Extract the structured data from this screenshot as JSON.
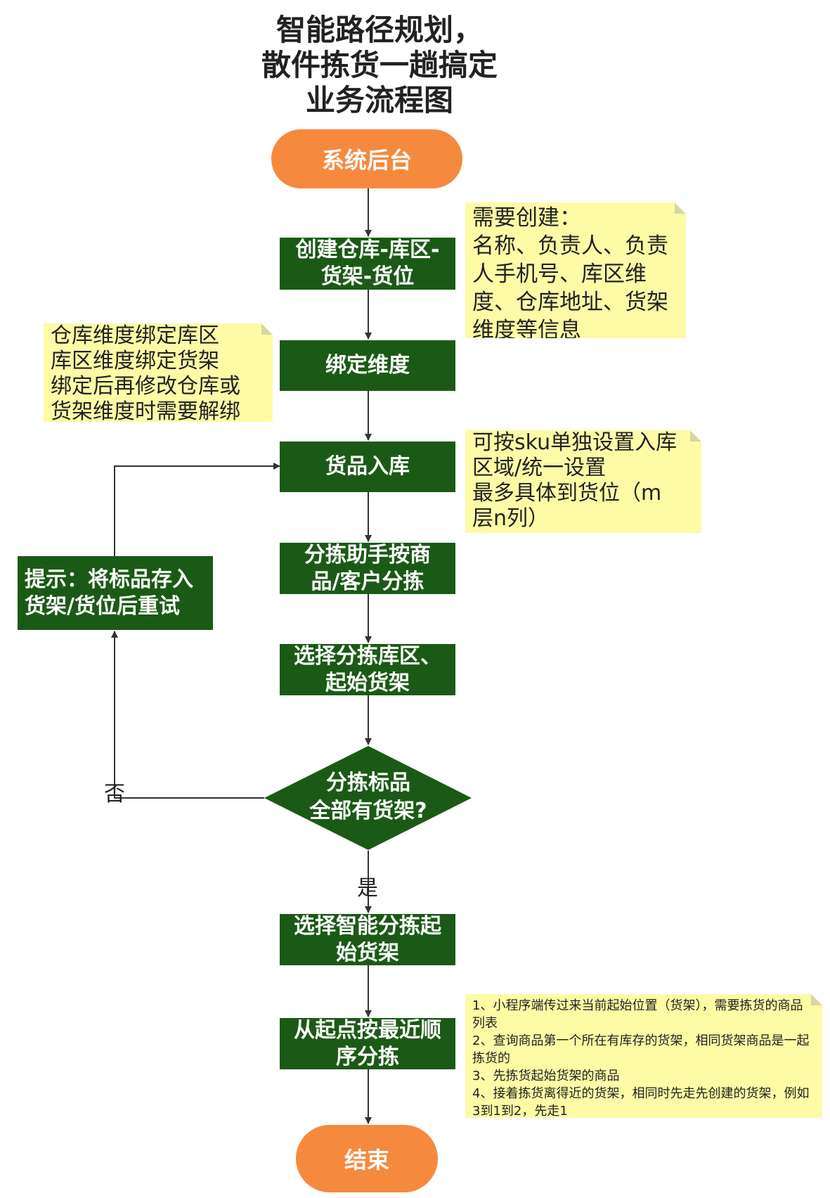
{
  "title": {
    "lines": [
      "智能路径规划，",
      "散件拣货一趟搞定",
      "业务流程图"
    ]
  },
  "nodes": {
    "start": "系统后台",
    "create": [
      "创建仓库-库区-",
      "货架-货位"
    ],
    "bind": "绑定维度",
    "inbound": "货品入库",
    "sort_assistant": [
      "分拣助手按商",
      "品/客户分拣"
    ],
    "select_zone": [
      "选择分拣库区、",
      "起始货架"
    ],
    "decision": [
      "分拣标品",
      "全部有货架?"
    ],
    "hint": [
      "提示：将标品存入",
      "货架/货位后重试"
    ],
    "select_smart": [
      "选择智能分拣起",
      "始货架"
    ],
    "nearest": [
      "从起点按最近顺",
      "序分拣"
    ],
    "end": "结束"
  },
  "labels": {
    "no": "否",
    "yes": "是"
  },
  "notes": {
    "create_note": [
      "需要创建：",
      "名称、负责人、负责",
      "人手机号、库区维",
      "度、仓库地址、货架",
      "维度等信息"
    ],
    "bind_note": [
      "仓库维度绑定库区",
      "库区维度绑定货架",
      "绑定后再修改仓库或",
      "货架维度时需要解绑"
    ],
    "inbound_note": [
      "可按sku单独设置入库",
      "区域/统一设置",
      "最多具体到货位（m",
      "层n列）"
    ],
    "nearest_note": [
      "1、小程序端传过来当前起始位置（货架），需要拣货的商品列表",
      "2、查询商品第一个所在有库存的货架，相同货架商品是一起拣货的",
      "3、先拣货起始货架的商品",
      "4、接着拣货离得近的货架，相同时先走先创建的货架，例如3到1到2，先走1"
    ]
  },
  "colors": {
    "process": "#1b5a16",
    "terminal": "#f58a3e",
    "note": "#fdfba6",
    "line": "#333333"
  }
}
